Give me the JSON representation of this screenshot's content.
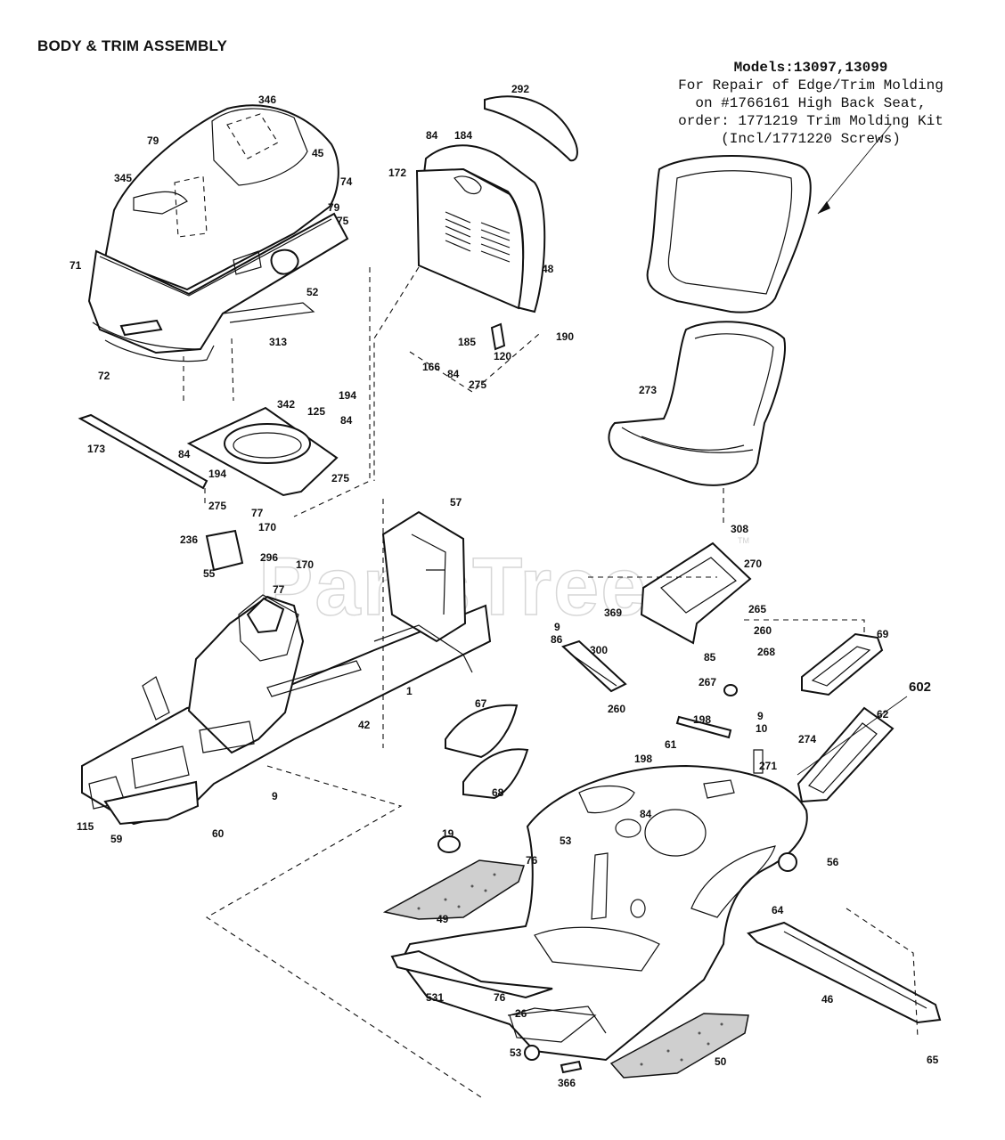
{
  "title": "BODY & TRIM ASSEMBLY",
  "note": {
    "lines": [
      "Models:13097,13099",
      "For Repair of Edge/Trim Molding",
      "on #1766161 High Back Seat,",
      "order: 1771219 Trim Molding Kit",
      "(Incl/1771220 Screws)"
    ]
  },
  "watermark": {
    "text": "PartsTree",
    "tm": "TM"
  },
  "callouts": [
    {
      "id": "c346",
      "label": "346"
    },
    {
      "id": "c79a",
      "label": "79"
    },
    {
      "id": "c45",
      "label": "45"
    },
    {
      "id": "c345",
      "label": "345"
    },
    {
      "id": "c74",
      "label": "74"
    },
    {
      "id": "c79b",
      "label": "79"
    },
    {
      "id": "c75",
      "label": "75"
    },
    {
      "id": "c71",
      "label": "71"
    },
    {
      "id": "c52",
      "label": "52"
    },
    {
      "id": "c313",
      "label": "313"
    },
    {
      "id": "c72",
      "label": "72"
    },
    {
      "id": "c292",
      "label": "292"
    },
    {
      "id": "c84a",
      "label": "84"
    },
    {
      "id": "c184",
      "label": "184"
    },
    {
      "id": "c172",
      "label": "172"
    },
    {
      "id": "c48a",
      "label": "48"
    },
    {
      "id": "c190",
      "label": "190"
    },
    {
      "id": "c185",
      "label": "185"
    },
    {
      "id": "c120",
      "label": "120"
    },
    {
      "id": "c166",
      "label": "166"
    },
    {
      "id": "c84b",
      "label": "84"
    },
    {
      "id": "c275a",
      "label": "275"
    },
    {
      "id": "c273",
      "label": "273"
    },
    {
      "id": "c194a",
      "label": "194"
    },
    {
      "id": "c342",
      "label": "342"
    },
    {
      "id": "c125",
      "label": "125"
    },
    {
      "id": "c84c",
      "label": "84"
    },
    {
      "id": "c173",
      "label": "173"
    },
    {
      "id": "c84d",
      "label": "84"
    },
    {
      "id": "c194b",
      "label": "194"
    },
    {
      "id": "c275b",
      "label": "275"
    },
    {
      "id": "c275c",
      "label": "275"
    },
    {
      "id": "c77a",
      "label": "77"
    },
    {
      "id": "c170a",
      "label": "170"
    },
    {
      "id": "c236",
      "label": "236"
    },
    {
      "id": "c55",
      "label": "55"
    },
    {
      "id": "c296",
      "label": "296"
    },
    {
      "id": "c170b",
      "label": "170"
    },
    {
      "id": "c77b",
      "label": "77"
    },
    {
      "id": "c57",
      "label": "57"
    },
    {
      "id": "c308",
      "label": "308"
    },
    {
      "id": "c270",
      "label": "270"
    },
    {
      "id": "c369",
      "label": "369"
    },
    {
      "id": "c265",
      "label": "265"
    },
    {
      "id": "c260a",
      "label": "260"
    },
    {
      "id": "c9a",
      "label": "9"
    },
    {
      "id": "c86",
      "label": "86"
    },
    {
      "id": "c300",
      "label": "300"
    },
    {
      "id": "c85",
      "label": "85"
    },
    {
      "id": "c268",
      "label": "268"
    },
    {
      "id": "c267",
      "label": "267"
    },
    {
      "id": "c69",
      "label": "69"
    },
    {
      "id": "c260b",
      "label": "260"
    },
    {
      "id": "c1",
      "label": "1"
    },
    {
      "id": "c42",
      "label": "42"
    },
    {
      "id": "c602",
      "label": "602"
    },
    {
      "id": "c67",
      "label": "67"
    },
    {
      "id": "c198a",
      "label": "198"
    },
    {
      "id": "c9b",
      "label": "9"
    },
    {
      "id": "c10",
      "label": "10"
    },
    {
      "id": "c274",
      "label": "274"
    },
    {
      "id": "c62",
      "label": "62"
    },
    {
      "id": "c61",
      "label": "61"
    },
    {
      "id": "c271",
      "label": "271"
    },
    {
      "id": "c68",
      "label": "68"
    },
    {
      "id": "c198b",
      "label": "198"
    },
    {
      "id": "c9c",
      "label": "9"
    },
    {
      "id": "c84e",
      "label": "84"
    },
    {
      "id": "c115",
      "label": "115"
    },
    {
      "id": "c59",
      "label": "59"
    },
    {
      "id": "c60",
      "label": "60"
    },
    {
      "id": "c19",
      "label": "19"
    },
    {
      "id": "c53a",
      "label": "53"
    },
    {
      "id": "c56",
      "label": "56"
    },
    {
      "id": "c76a",
      "label": "76"
    },
    {
      "id": "c49",
      "label": "49"
    },
    {
      "id": "c64",
      "label": "64"
    },
    {
      "id": "c531",
      "label": "531"
    },
    {
      "id": "c76b",
      "label": "76"
    },
    {
      "id": "c46b",
      "label": "46"
    },
    {
      "id": "c26",
      "label": "26"
    },
    {
      "id": "c53b",
      "label": "53"
    },
    {
      "id": "c50",
      "label": "50"
    },
    {
      "id": "c366",
      "label": "366"
    },
    {
      "id": "c65",
      "label": "65"
    }
  ]
}
